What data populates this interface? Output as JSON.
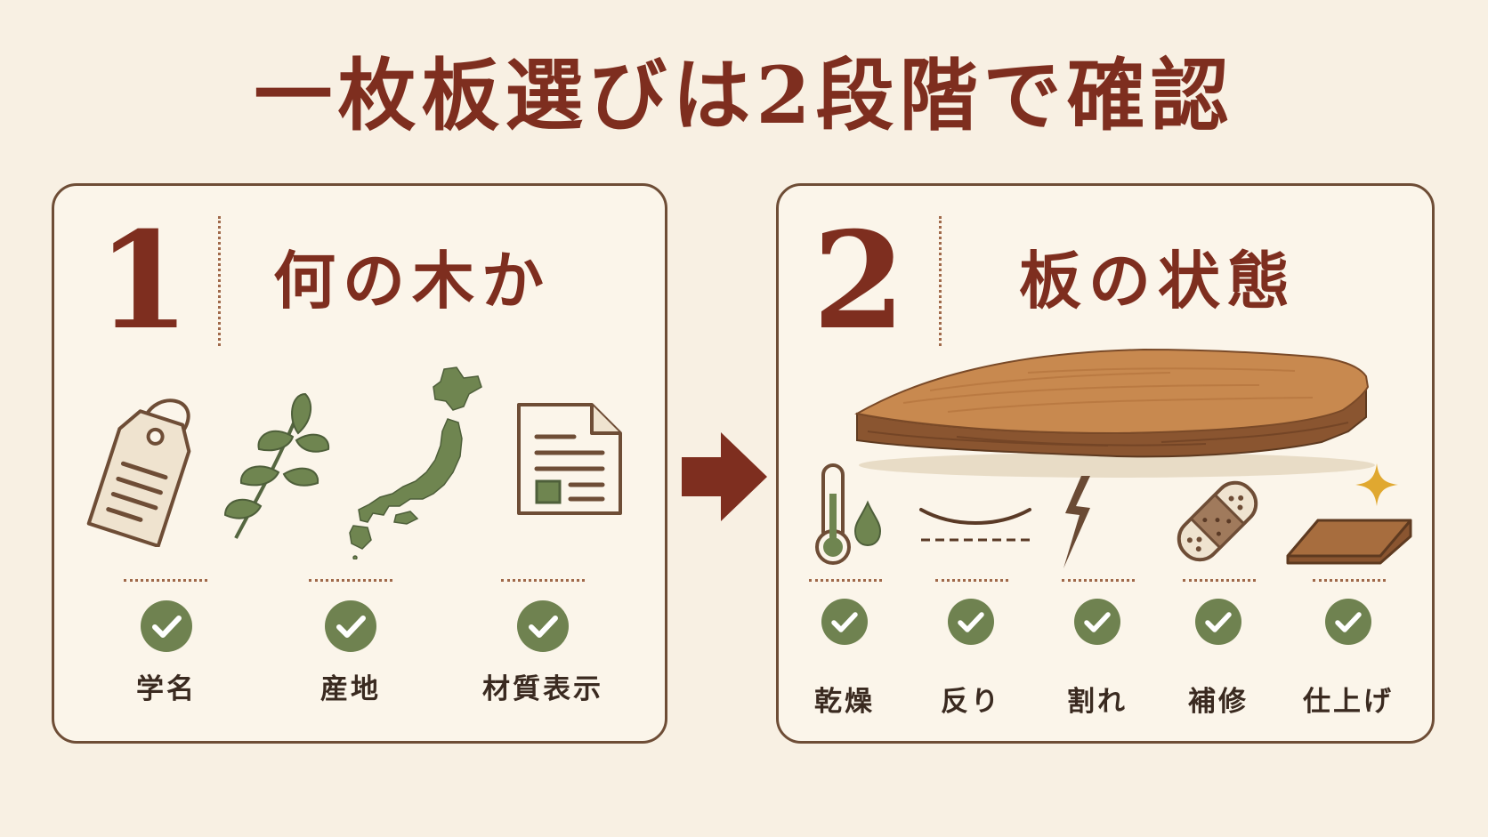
{
  "title": "一枚板選びは2段階で確認",
  "step1": {
    "number": "1",
    "heading": "何の木か",
    "items": [
      {
        "label": "学名",
        "icon": "tag-icon"
      },
      {
        "label": "産地",
        "icon": "japan-map-icon"
      },
      {
        "label": "材質表示",
        "icon": "document-icon"
      }
    ],
    "extra_icon": "leaf-branch-icon"
  },
  "step2": {
    "number": "2",
    "heading": "板の状態",
    "items": [
      {
        "label": "乾燥",
        "icon": "thermometer-droplet-icon"
      },
      {
        "label": "反り",
        "icon": "warp-curve-icon"
      },
      {
        "label": "割れ",
        "icon": "crack-icon"
      },
      {
        "label": "補修",
        "icon": "bandage-icon"
      },
      {
        "label": "仕上げ",
        "icon": "finished-board-sparkle-icon"
      }
    ]
  },
  "colors": {
    "accent": "#7e2e1f",
    "check_green": "#6f8250",
    "icon_green": "#6f8550",
    "background": "#f8f0e3",
    "card_border": "#6e4d36"
  }
}
